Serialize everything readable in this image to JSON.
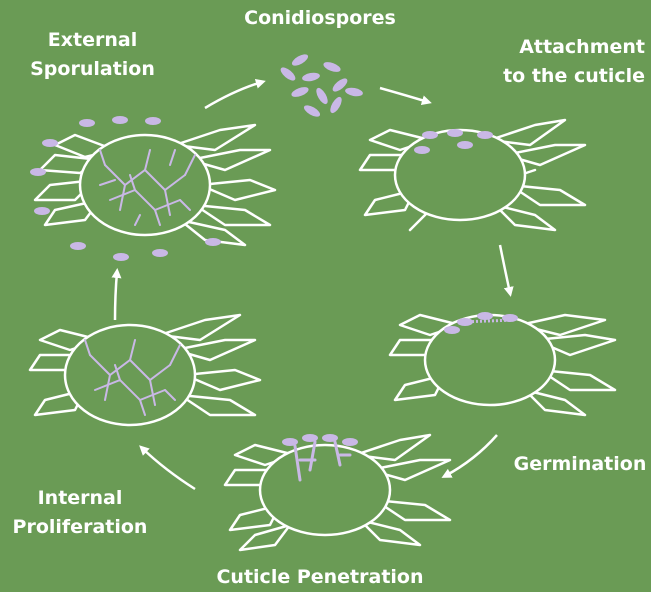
{
  "labels": {
    "external_sporulation": [
      "External",
      "Sporulation"
    ],
    "conidiospores": "Conidiospores",
    "attachment": [
      "Attachment",
      "to the cuticle"
    ],
    "germination": "Germination",
    "cuticle_penetration": "Cuticle Penetration",
    "internal_proliferation": [
      "Internal",
      "Proliferation"
    ]
  },
  "colors": {
    "background": "#6a9b55",
    "line": "#ffffff",
    "fungus": "#c9b8e6"
  },
  "icons": {
    "arrow": "curved-arrow-icon",
    "mite": "mite-body-icon",
    "spore": "spore-icon"
  }
}
